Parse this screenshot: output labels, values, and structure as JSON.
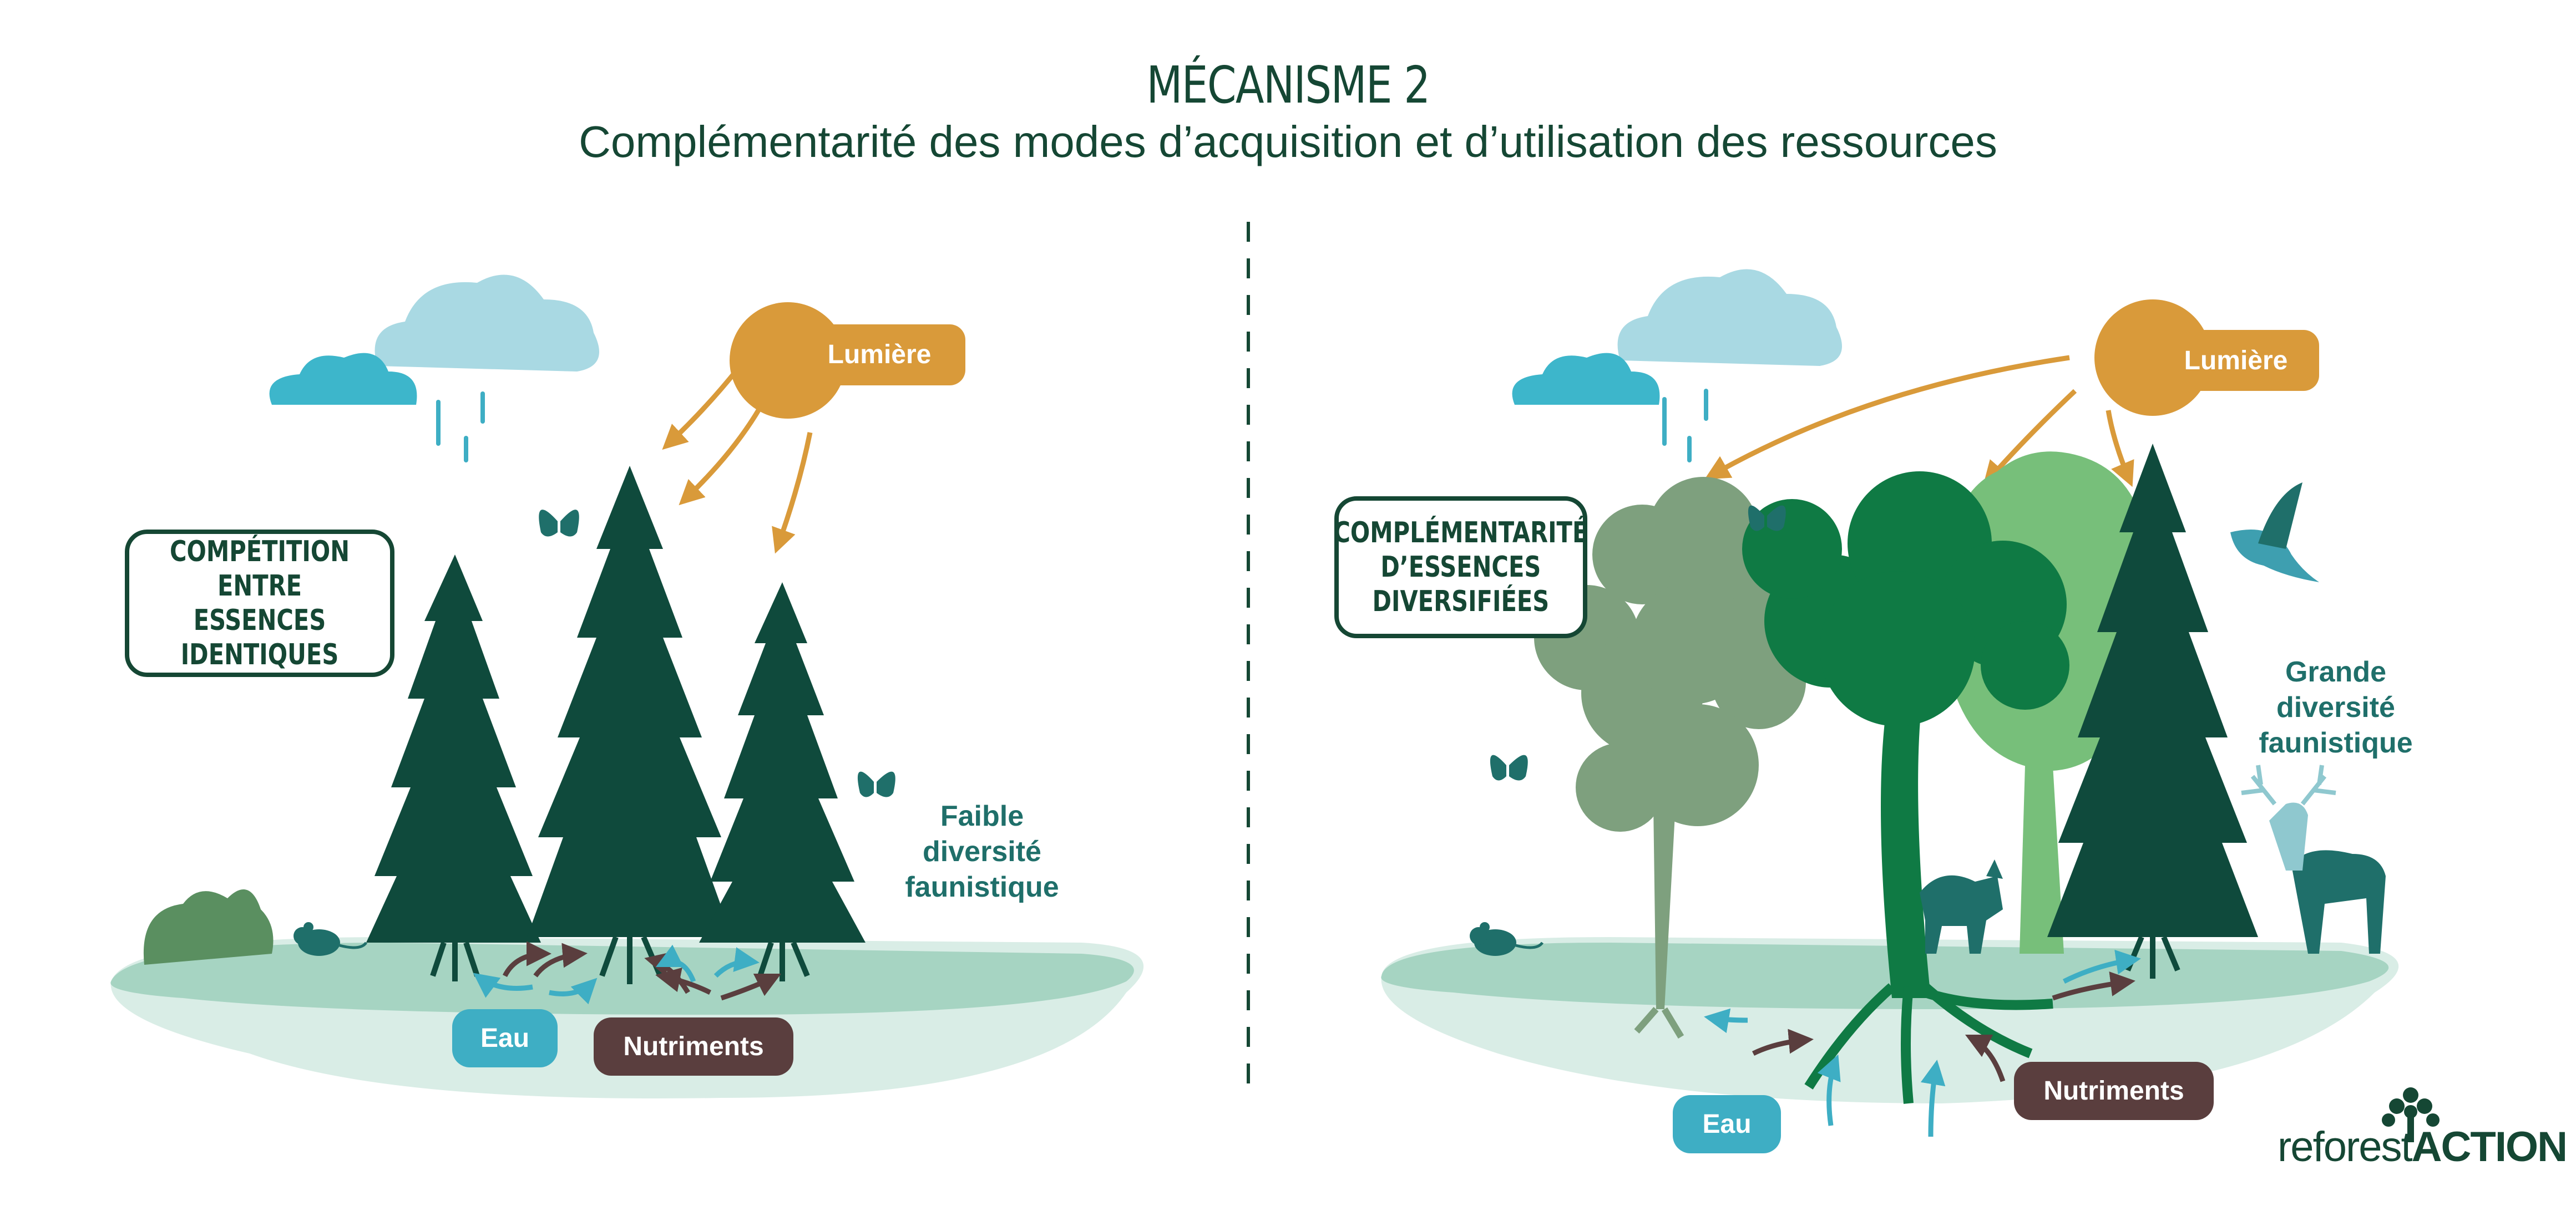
{
  "title": "MÉCANISME 2",
  "subtitle": "Complémentarité des modes d’acquisition et d’utilisation des ressources",
  "left": {
    "box_label": "COMPÉTITION\nENTRE ESSENCES\nIDENTIQUES",
    "light_label": "Lumière",
    "water_label": "Eau",
    "nutrients_label": "Nutriments",
    "fauna_label": "Faible\ndiversité\nfaunistique"
  },
  "right": {
    "box_label": "COMPLÉMENTARITÉ\nD’ESSENCES\nDIVERSIFIÉES",
    "light_label": "Lumière",
    "water_label": "Eau",
    "nutrients_label": "Nutriments",
    "fauna_label": "Grande\ndiversité\nfaunistique"
  },
  "logo": {
    "light": "reforest",
    "bold": "ACTION"
  },
  "colors": {
    "dark_green": "#154734",
    "conifer": "#0f4a3c",
    "sun": "#d99a3a",
    "water": "#3eaec4",
    "nutrients": "#5a3e3e",
    "ground": "#a6d4c2",
    "cloud_light": "#a9d9e3",
    "cloud_dark": "#3db6cb",
    "teal_animal": "#1f6f6a"
  }
}
